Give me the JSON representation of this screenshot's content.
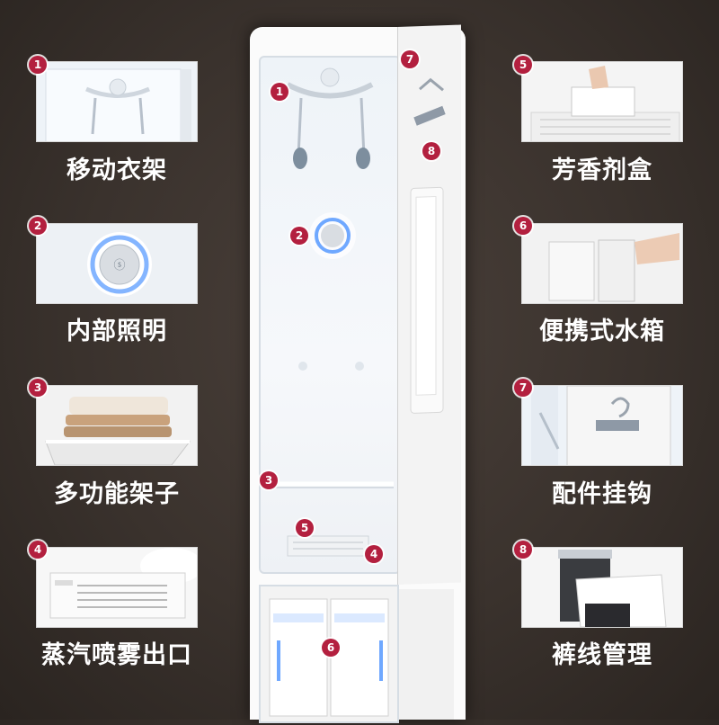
{
  "colors": {
    "badge": "#b3203f",
    "background": "#3a322d",
    "caption": "#ffffff",
    "glow": "#6fa8ff"
  },
  "features": [
    {
      "num": "1",
      "label": "移动衣架"
    },
    {
      "num": "2",
      "label": "内部照明"
    },
    {
      "num": "3",
      "label": "多功能架子"
    },
    {
      "num": "4",
      "label": "蒸汽喷雾出口"
    },
    {
      "num": "5",
      "label": "芳香剂盒"
    },
    {
      "num": "6",
      "label": "便携式水箱"
    },
    {
      "num": "7",
      "label": "配件挂钩"
    },
    {
      "num": "8",
      "label": "裤线管理"
    }
  ],
  "center_markers": [
    "1",
    "2",
    "3",
    "4",
    "5",
    "6",
    "7",
    "8"
  ]
}
